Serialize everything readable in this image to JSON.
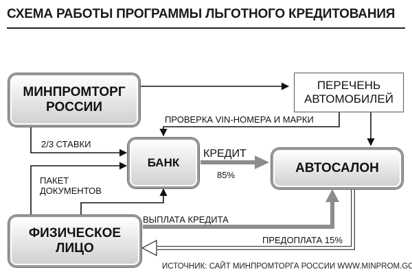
{
  "title": "СХЕМА РАБОТЫ ПРОГРАММЫ ЛЬГОТНОГО КРЕДИТОВАНИЯ",
  "nodes": {
    "minpromtorg": "МИНПРОМТОРГ\nРОССИИ",
    "perechen": "ПЕРЕЧЕНЬ\nАВТОМОБИЛЕЙ",
    "bank": "БАНК",
    "avtosalon": "АВТОСАЛОН",
    "fizlico": "ФИЗИЧЕСКОЕ\nЛИЦО"
  },
  "labels": {
    "vin_check": "ПРОВЕРКА VIN-НОМЕРА И МАРКИ",
    "two_thirds": "2/3 СТАВКИ",
    "credit": "КРЕДИТ",
    "credit_pct": "85%",
    "docs": "ПАКЕТ\nДОКУМЕНТОВ",
    "loan_payment": "ВЫПЛАТА КРЕДИТА",
    "prepayment": "ПРЕДОПЛАТА 15%"
  },
  "source": "ИСТОЧНИК: САЙТ МИНПРОМТОРГА РОССИИ WWW.MINPROM.GOV.RU"
}
